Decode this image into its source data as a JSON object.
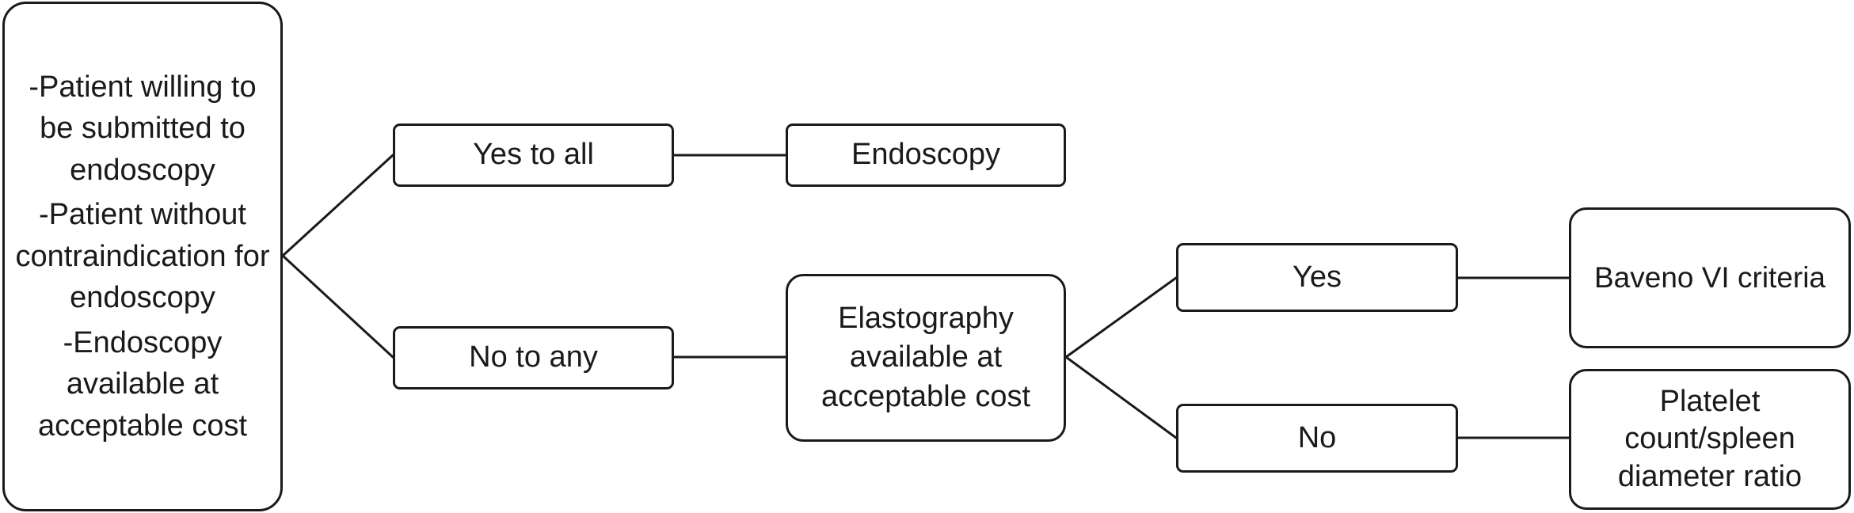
{
  "criteria": {
    "items": [
      "-Patient willing to be submitted to endoscopy",
      "-Patient without contraindication for endoscopy",
      "-Endoscopy available at acceptable cost"
    ]
  },
  "branches": {
    "yes_all": "Yes to all",
    "no_any": "No to any"
  },
  "outcomes": {
    "endoscopy": "Endoscopy",
    "elastography": "Elastography available at acceptable cost",
    "yes": "Yes",
    "no": "No",
    "baveno": "Baveno VI criteria",
    "platelet": "Platelet count/spleen diameter ratio"
  },
  "colors": {
    "stroke": "#1a1a1a",
    "background": "#ffffff"
  }
}
